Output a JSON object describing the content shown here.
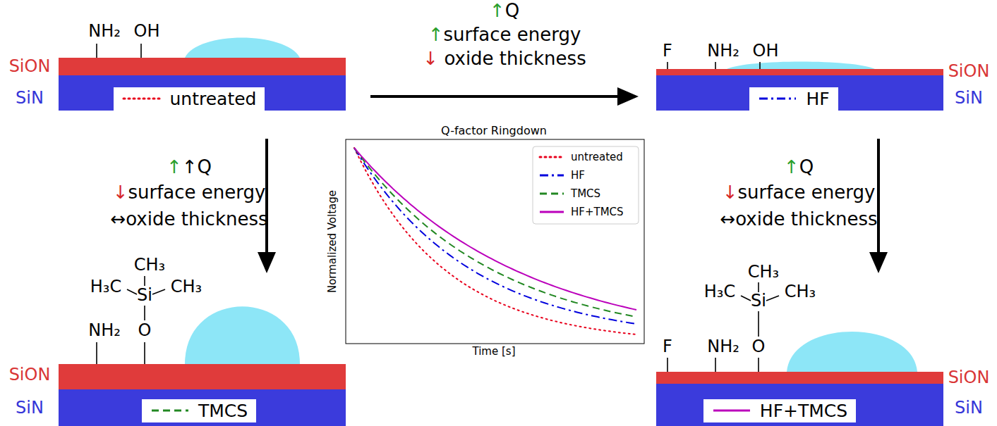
{
  "diagram": {
    "nodes": [
      {
        "text": [
          "untreated"
        ]
      },
      {
        "text": [
          "HF"
        ]
      },
      {
        "text": [
          "TMCS"
        ]
      },
      {
        "text": [
          "HF+TMCS"
        ]
      }
    ],
    "edges": [
      {
        "from": 0,
        "to": 1,
        "arrow": "to",
        "label": "↑Q"
      },
      {
        "from": 0,
        "to": 2,
        "arrow": "to",
        "label": "↑↑Q"
      },
      {
        "from": 1,
        "to": 3,
        "arrow": "to",
        "label": "↑Q"
      }
    ],
    "labels": [
      "↑surface energy",
      "↓ oxide thickness",
      "↓surface energy",
      "↔oxide thickness",
      "↓surface energy",
      "↔oxide thickness",
      "SiON",
      "SiN",
      "NH₂",
      "OH",
      "SiON",
      "SiN",
      "F",
      "NH₂",
      "OH",
      "SiON",
      "SiN",
      "CH₃",
      "H₃C",
      "Si",
      "CH₃",
      "NH₂",
      "O",
      "SiON",
      "SiN",
      "CH₃",
      "H₃C",
      "Si",
      "CH₃",
      "F",
      "NH₂",
      "O",
      "Q-factor Ringdown",
      "Normalized Voltage",
      "Time [s]"
    ],
    "legend": [
      {
        "text": "untreated"
      },
      {
        "text": "HF"
      },
      {
        "text": "TMCS"
      },
      {
        "text": "HF+TMCS"
      }
    ]
  }
}
